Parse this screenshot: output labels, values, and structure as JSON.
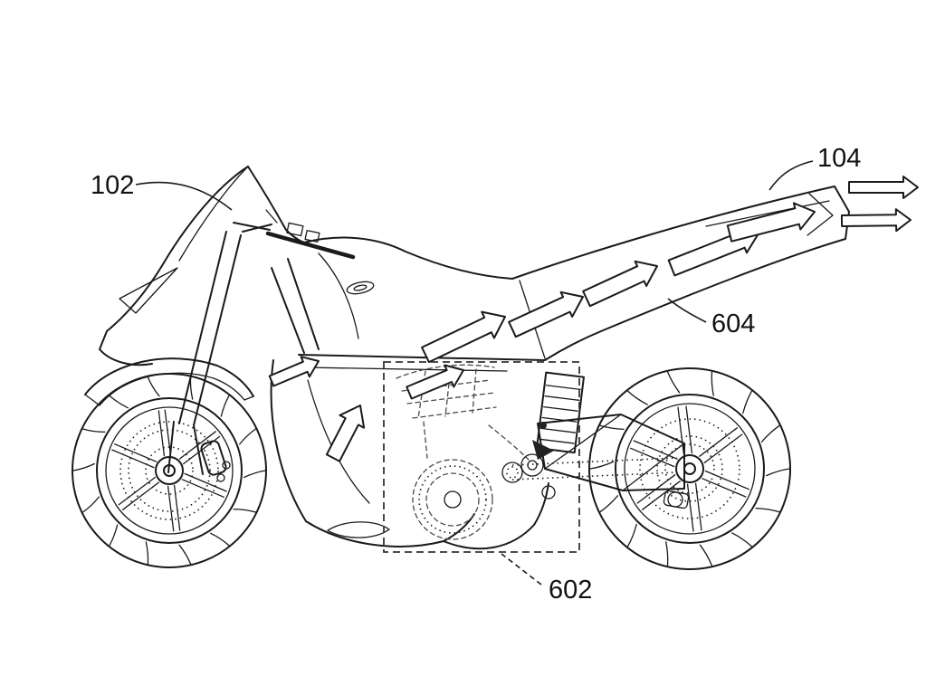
{
  "figure": {
    "background_color": "#ffffff",
    "ink_color": "#1a1a1a"
  },
  "labels": {
    "ref_102": "102",
    "ref_104": "104",
    "ref_604": "604",
    "ref_602": "602"
  }
}
